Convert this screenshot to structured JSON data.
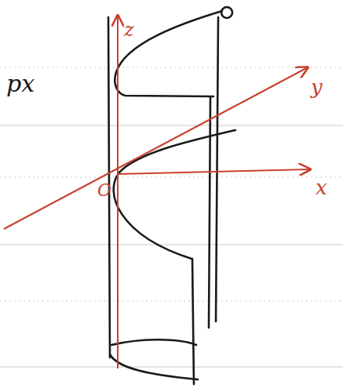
{
  "diagram": {
    "labels": [
      "z",
      "y",
      "x",
      "O",
      "px"
    ]
  }
}
